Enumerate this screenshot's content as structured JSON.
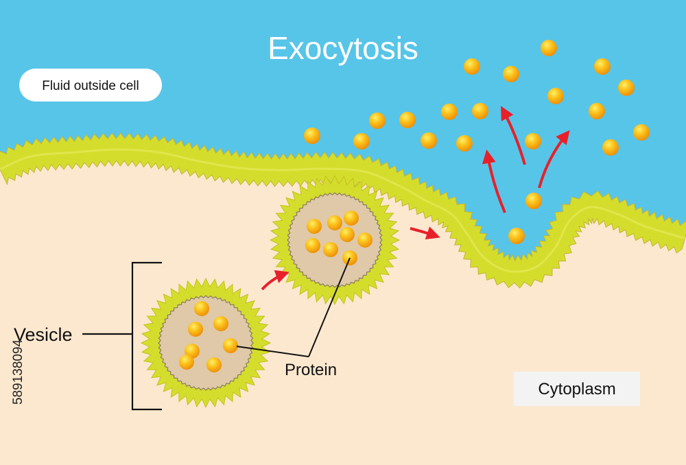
{
  "title": "Exocytosis",
  "labels": {
    "fluid_outside": "Fluid outside cell",
    "vesicle": "Vesicle",
    "protein": "Protein",
    "cytoplasm": "Cytoplasm"
  },
  "stock_id": "589138094",
  "colors": {
    "fluid": "#57c5e8",
    "cytoplasm": "#fbe8cf",
    "membrane": "#d4dd2c",
    "vesicle_interior": "#dfc9a8",
    "protein": "#f6a80e",
    "protein_highlight": "#ffe24a",
    "arrow": "#e8202a"
  }
}
